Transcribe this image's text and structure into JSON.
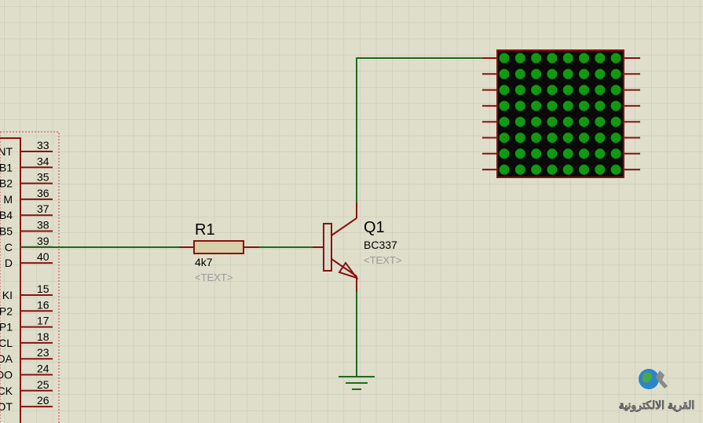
{
  "components": {
    "resistor": {
      "ref": "R1",
      "value": "4k7",
      "text": "<TEXT>"
    },
    "transistor": {
      "ref": "Q1",
      "value": "BC337",
      "text": "<TEXT>"
    },
    "led_matrix": {
      "rows": 8,
      "cols": 8,
      "led_color": "#0f9a0f"
    }
  },
  "mcu": {
    "pins_top": [
      {
        "label": "NT",
        "number": "33"
      },
      {
        "label": "B1",
        "number": "34"
      },
      {
        "label": "B2",
        "number": "35"
      },
      {
        "label": "M",
        "number": "36"
      },
      {
        "label": "B4",
        "number": "37"
      },
      {
        "label": "B5",
        "number": "38"
      },
      {
        "label": "C",
        "number": "39"
      },
      {
        "label": "D",
        "number": "40"
      }
    ],
    "pins_bottom": [
      {
        "label": "KI",
        "number": "15"
      },
      {
        "label": "P2",
        "number": "16"
      },
      {
        "label": "P1",
        "number": "17"
      },
      {
        "label": "CL",
        "number": "18"
      },
      {
        "label": "DA",
        "number": "23"
      },
      {
        "label": "DO",
        "number": "24"
      },
      {
        "label": "CK",
        "number": "25"
      },
      {
        "label": "OT",
        "number": "26"
      }
    ]
  },
  "watermark": {
    "text": "القرية الالكترونية"
  },
  "colors": {
    "wire": "#1d6b1d",
    "component": "#8a1010",
    "resistor_fill": "#d7cfa8",
    "grid": "#c9c9b4",
    "matrix_body": "#0a0a0a"
  }
}
